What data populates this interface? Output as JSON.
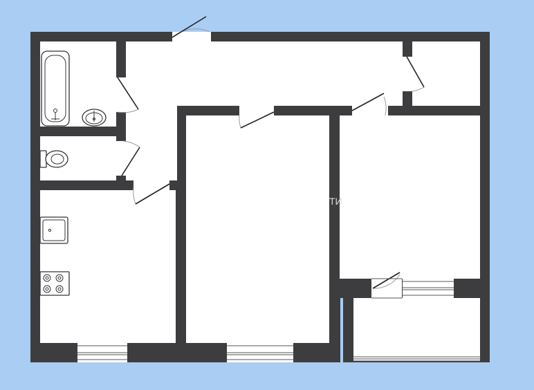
{
  "plan": {
    "background_color": "#a9cdf3",
    "wall_color": "#3d3d3f",
    "floor_color": "#ffffff",
    "watermark_text": "ТИ"
  },
  "rooms": [
    {
      "id": "bathroom"
    },
    {
      "id": "toilet"
    },
    {
      "id": "hallway"
    },
    {
      "id": "storage"
    },
    {
      "id": "kitchen"
    },
    {
      "id": "living-room"
    },
    {
      "id": "bedroom"
    },
    {
      "id": "balcony"
    }
  ],
  "fixtures": [
    "bathtub",
    "washbasin",
    "toilet",
    "kitchen-sink",
    "stove"
  ],
  "doors": [
    "entrance-door",
    "bathroom-door",
    "toilet-door",
    "kitchen-door",
    "living-room-door",
    "bedroom-door",
    "storage-door",
    "balcony-door"
  ],
  "windows": [
    "kitchen-window",
    "living-room-window",
    "bedroom-balcony-window",
    "balcony-glazing"
  ]
}
